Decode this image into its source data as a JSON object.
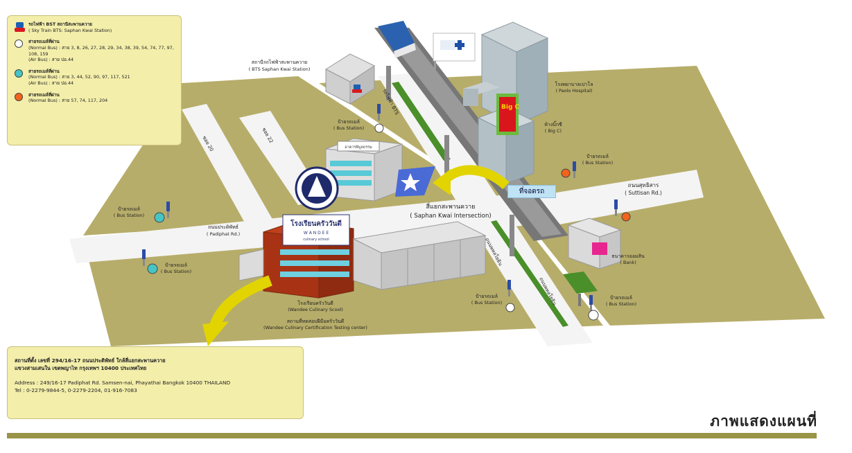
{
  "legend": {
    "bts_line1": "รถไฟฟ้า BST สถานีสะพานควาย",
    "bts_line2": "( Sky Train BTS: Saphan Kwai Station)",
    "white_title": "สายรถเมล์ที่ผ่าน",
    "white_normal": "(Normal Bus) : สาย 3, 8, 26, 27, 28, 29, 34, 38, 39, 54, 74, 77, 97, 108, 159",
    "white_air": "(Air Bus) : สาย ปอ.44",
    "cyan_title": "สายรถเมล์ที่ผ่าน",
    "cyan_normal": "(Normal Bus) : สาย 3, 44, 52, 90, 97, 117, 521",
    "cyan_air": "(Air Bus) : สาย ปอ.44",
    "orange_title": "สายรถเมล์ที่ผ่าน",
    "orange_normal": "(Normal Bus) : สาย 57, 74, 117, 204",
    "colors": {
      "white": "#ffffff",
      "cyan": "#47c4c4",
      "orange": "#f2631c"
    }
  },
  "labels": {
    "bts_station_th": "สถานีรถไฟฟ้าสะพานควาย",
    "bts_station_en": "( BTS Saphan Kwai Station)",
    "bus_th": "ป้ายรถเมล์",
    "bus_en": "( Bus Station)",
    "paolo_th": "โรงพยาบาลเปาโล",
    "paolo_en": "( Paolo Hospital)",
    "bigc_th": "ห้างบิ๊กซี",
    "bigc_en": "( Big C)",
    "suttisan_th": "ถนนสุทธิสาร",
    "suttisan_en": "( Suttisan Rd.)",
    "intersection_th": "สี่แยกสะพานควาย",
    "intersection_en": "( Saphan Kwai Intersection)",
    "padiphat_th": "ถนนประดิพัทธ์",
    "padiphat_en": "( Padiphat Rd.)",
    "bank_th": "ธนาคารออมสิน",
    "bank_en": "( Bank)",
    "wandee_th": "โรงเรียนครัววันดี",
    "wandee_en": "(Wandee Culinary Scool)",
    "testing_th": "สถานที่ทดสอบฝีมือครัววันดี",
    "testing_en": "(Wandee Culinary Certification Testing center)",
    "sign_main": "โรงเรียนครัววันดี",
    "sign_brand": "W A N D E E",
    "sign_sub": "culinary school",
    "big_c": "Big C",
    "parking": "ที่จอดรถ",
    "soi_20": "ซอย 20",
    "soi_22": "ซอย 22",
    "bts_line": "รถไฟฟ้า BTS",
    "phahon": "ถนนพหลโยธิน",
    "boxed_building": "อาคารพิบูลธรรม"
  },
  "address": {
    "th_line1": "สถานที่ตั้ง เลขที่ 294/16-17 ถนนประดิพัทธ์ ใกล้สี่แยกสะพานควาย",
    "th_line2": "แขวงสามเสนใน เขตพญาไท กรุงเทพฯ 10400 ประเทศไทย",
    "en_line1": "Address : 249/16-17 Padiphat Rd. Samsen-nai, Phayathai Bangkok 10400 THAILAND",
    "en_line2": "Tel : 0-2279-9844-5, 0-2279-2204, 01-916-7083"
  },
  "title": "ภาพแสดงแผนที่"
}
